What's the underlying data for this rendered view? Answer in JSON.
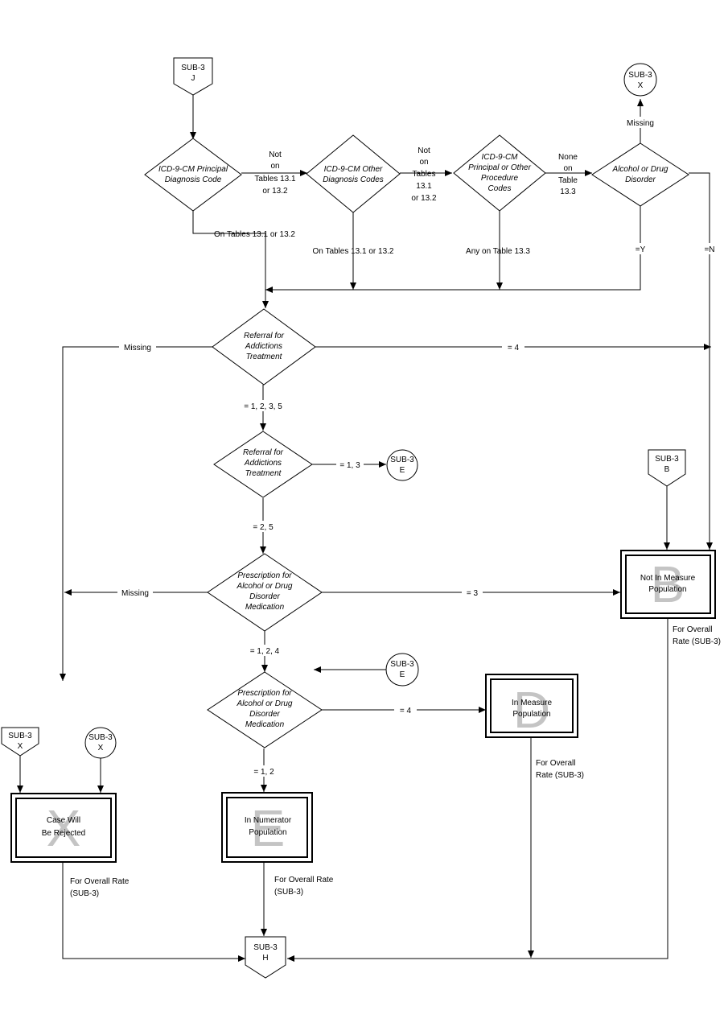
{
  "connectors": {
    "j_top": [
      "SUB-3",
      "J"
    ],
    "x_top_right": [
      "SUB-3",
      "X"
    ],
    "e_mid": [
      "SUB-3",
      "E"
    ],
    "b_right": [
      "SUB-3",
      "B"
    ],
    "x_left_pent": [
      "SUB-3",
      "X"
    ],
    "x_left_circle": [
      "SUB-3",
      "X"
    ],
    "e_bottom": [
      "SUB-3",
      "E"
    ],
    "h_bottom": [
      "SUB-3",
      "H"
    ]
  },
  "decisions": {
    "d1": [
      "ICD-9-CM Principal",
      "Diagnosis Code"
    ],
    "d2": [
      "ICD-9-CM Other",
      "Diagnosis Codes"
    ],
    "d3": [
      "ICD-9-CM",
      "Principal or Other",
      "Procedure",
      "Codes"
    ],
    "d4": [
      "Alcohol or Drug",
      "Disorder"
    ],
    "d5": [
      "Referral for",
      "Addictions",
      "Treatment"
    ],
    "d6": [
      "Referral for",
      "Addictions",
      "Treatment"
    ],
    "d7": [
      "Prescription for",
      "Alcohol or Drug",
      "Disorder",
      "Medication"
    ],
    "d8": [
      "Prescription for",
      "Alcohol or Drug",
      "Disorder",
      "Medication"
    ]
  },
  "outcomes": {
    "b": {
      "letter": "B",
      "text": [
        "Not In Measure",
        "Population"
      ]
    },
    "d": {
      "letter": "D",
      "text": [
        "In Measure",
        "Population"
      ]
    },
    "x": {
      "letter": "X",
      "text": [
        "Case Will",
        "Be Rejected"
      ]
    },
    "e": {
      "letter": "E",
      "text": [
        "In Numerator",
        "Population"
      ]
    }
  },
  "edge_labels": {
    "d1_not_on": [
      "Not",
      "on",
      "Tables 13.1",
      "or 13.2"
    ],
    "d1_on": "On  Tables 13.1 or 13.2",
    "d2_not_on": [
      "Not",
      "on",
      "Tables",
      "13.1",
      "or 13.2"
    ],
    "d2_on": "On  Tables 13.1 or 13.2",
    "d3_none": [
      "None",
      "on",
      "Table",
      "13.3"
    ],
    "d3_any": "Any on Table 13.3",
    "d4_missing": "Missing",
    "d4_y": "=Y",
    "d4_n": "=N",
    "d5_missing": "Missing",
    "d5_4": "= 4",
    "d5_1235": "= 1, 2, 3, 5",
    "d6_13": "= 1, 3",
    "d6_25": "= 2, 5",
    "d7_missing": "Missing",
    "d7_3": "=  3",
    "d7_124": "= 1, 2, 4",
    "d8_4": "= 4",
    "d8_12": "= 1, 2",
    "b_overall": [
      "For Overall",
      "Rate (SUB-3)"
    ],
    "d_overall": [
      "For Overall",
      "Rate (SUB-3)"
    ],
    "x_overall": [
      "For Overall Rate",
      "(SUB-3)"
    ],
    "e_overall": [
      "For Overall Rate",
      "(SUB-3)"
    ]
  }
}
